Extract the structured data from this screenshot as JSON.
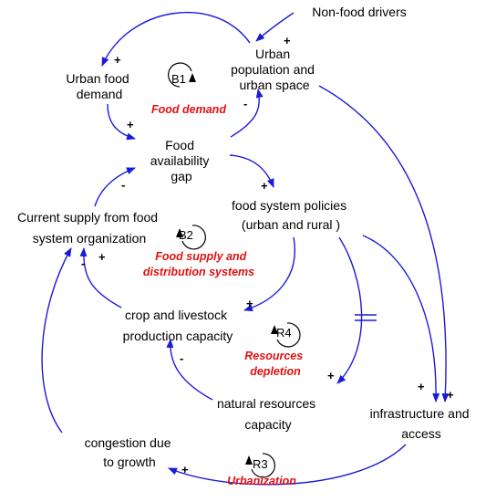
{
  "colors": {
    "arrow": "#1a1adb",
    "loop_label": "#e01010",
    "text": "#000000"
  },
  "nodes": {
    "non_food_drivers": [
      "Non-food drivers"
    ],
    "urban_population": [
      "Urban",
      "population and",
      "urban space"
    ],
    "urban_food_demand": [
      "Urban food",
      "demand"
    ],
    "food_availability_gap": [
      "Food",
      "availability",
      "gap"
    ],
    "food_system_policies": [
      "food system policies",
      "(urban and rural )"
    ],
    "current_supply": [
      "Current supply from food",
      "system organization"
    ],
    "crop_livestock": [
      "crop and livestock",
      "production capacity"
    ],
    "natural_resources": [
      "natural resources",
      "capacity"
    ],
    "infrastructure": [
      "infrastructure and",
      "access"
    ],
    "congestion": [
      "congestion due",
      "to growth"
    ]
  },
  "loops": {
    "b1": {
      "id": "B1",
      "name": "Food demand",
      "type": "balancing"
    },
    "b2": {
      "id": "B2",
      "name": [
        "Food supply and",
        "distribution systems"
      ],
      "type": "balancing"
    },
    "r4": {
      "id": "R4",
      "name": [
        "Resources",
        "depletion"
      ],
      "type": "reinforcing"
    },
    "r3": {
      "id": "R3",
      "name": "Urbanization",
      "type": "reinforcing"
    }
  },
  "polarities": {
    "nonfood_to_pop": "+",
    "pop_to_demand": "+",
    "demand_to_gap": "+",
    "gap_to_pop": "-",
    "gap_to_policies": "+",
    "supply_to_gap": "-",
    "crop_to_supply": "+",
    "congestion_to_supply": "-",
    "policies_to_crop": "+",
    "resources_to_crop": "-",
    "policies_to_resources": "+",
    "policies_to_infra": "+",
    "pop_to_infra": "+",
    "infra_to_congestion": "+"
  },
  "delay_marks": [
    "policies_to_resources"
  ]
}
